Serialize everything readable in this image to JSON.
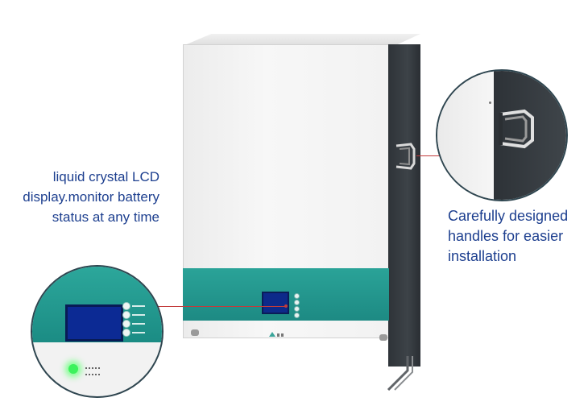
{
  "captions": {
    "lcd": "liquid crystal LCD display.monitor battery status at any time",
    "handles": "Carefully designed handles for easier installation"
  },
  "colors": {
    "caption_text": "#1d3f8f",
    "cabinet_front": "#f2f2f2",
    "cabinet_side": "#35393e",
    "teal_band": "#1f938a",
    "lcd_screen": "#0c2a94",
    "power_led": "#3cf25c",
    "leader_line": "#c23b3b"
  },
  "icons": {
    "lcd_zoom": "lcd-display-closeup",
    "handle_zoom": "side-handle-closeup",
    "power_indicator": "power-led-icon"
  }
}
